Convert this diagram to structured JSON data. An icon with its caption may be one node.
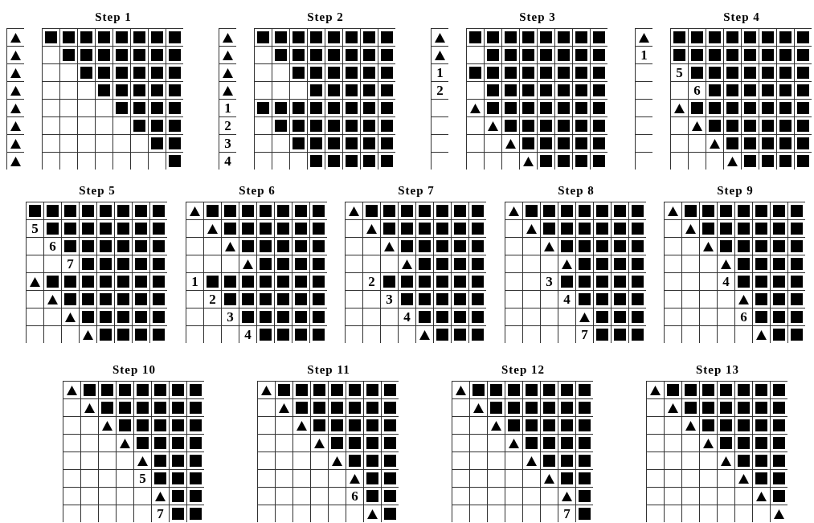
{
  "diagram": {
    "labels": [
      "Step 1",
      "Step 2",
      "1",
      "2",
      "3",
      "4",
      "Step 3",
      "1",
      "2",
      "Step 4",
      "1",
      "5",
      "6",
      "Step 5",
      "5",
      "6",
      "7",
      "Step 6",
      "1",
      "2",
      "3",
      "4",
      "Step 7",
      "2",
      "3",
      "4",
      "Step 8",
      "3",
      "4",
      "7",
      "Step 9",
      "4",
      "6",
      "Step 10",
      "5",
      "7",
      "Step 11",
      "6",
      "Step 12",
      "7",
      "Step 13"
    ]
  }
}
